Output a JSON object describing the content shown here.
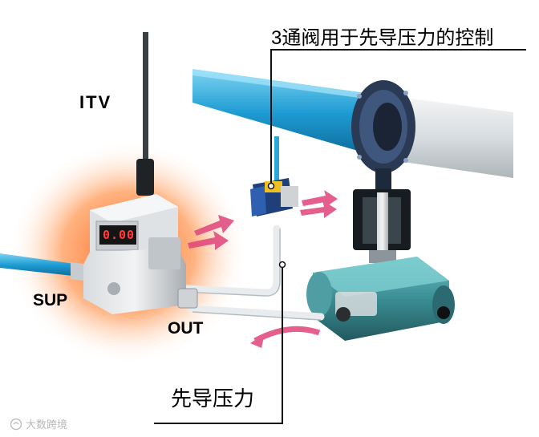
{
  "labels": {
    "title": "3通阀用于先导压力的控制",
    "itv": "ITV",
    "sup": "SUP",
    "out": "OUT",
    "pilot_pressure": "先导压力"
  },
  "device": {
    "display_reading": "0.00"
  },
  "watermark": {
    "text": "大数跨境",
    "logo_icon": "watermark-logo-icon"
  },
  "colors": {
    "pipe_blue": "#2aa6d8",
    "glow_orange": "#ff6a1a",
    "flow_arrow": "#e0447a",
    "actuator_teal": "#3a8e94",
    "display_red": "#ff3d3d"
  }
}
